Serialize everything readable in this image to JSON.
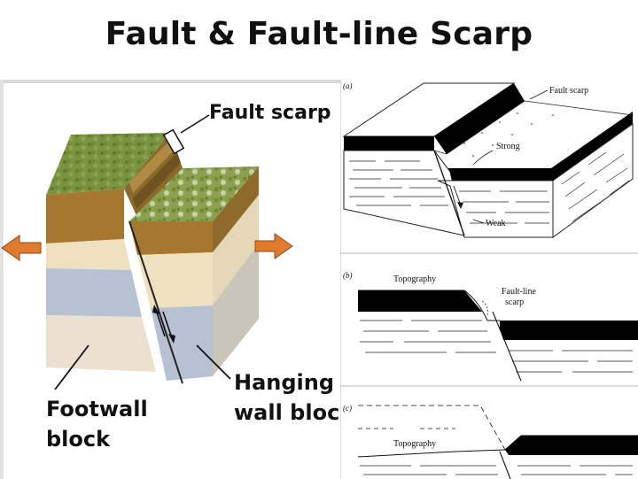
{
  "title": "Fault & Fault-line Scarp",
  "left_diagram": {
    "fault_scarp_label": "Fault scarp",
    "footwall_line1": "Footwall",
    "footwall_line2": "block",
    "hanging_line1": "Hanging",
    "hanging_line2": "wall block"
  },
  "right_diagram": {
    "panel_a": {
      "tag": "(a)",
      "fault_scarp": "Fault scarp",
      "strong": "Strong",
      "weak": "Weak"
    },
    "panel_b": {
      "tag": "(b)",
      "topography": "Topography",
      "fault_line_1": "Fault-line",
      "fault_line_2": "scarp"
    },
    "panel_c": {
      "tag": "(c)",
      "topography": "Topography"
    }
  },
  "colors": {
    "title_text": "#111111",
    "arrow_orange": "#e07a2c",
    "grass": "#6f8a3a",
    "soil_brown": "#a7772f",
    "cream_layer": "#efe1bf",
    "blue_layer": "#b6c2d4",
    "sand_layer": "#ece0d0"
  }
}
